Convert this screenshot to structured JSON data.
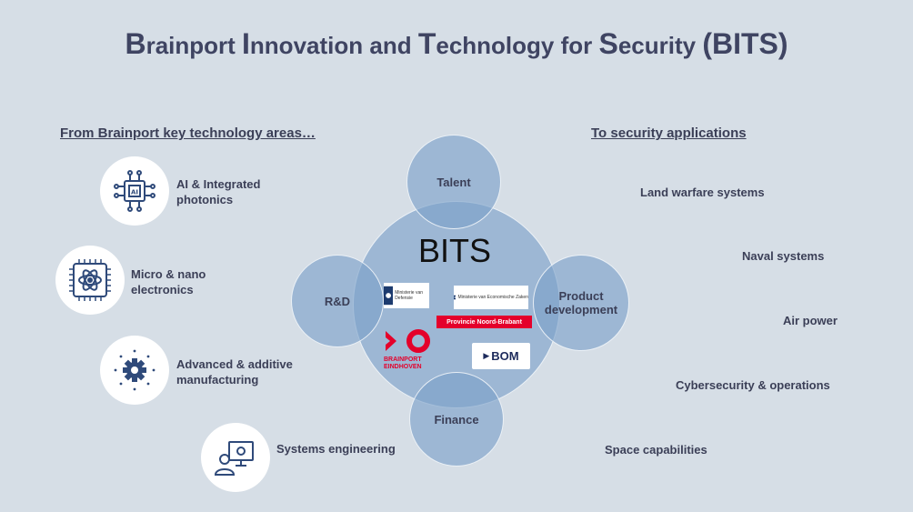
{
  "title": {
    "parts": [
      {
        "initial": "B",
        "rest": "rainport "
      },
      {
        "initial": "I",
        "rest": "nnovation and "
      },
      {
        "initial": "T",
        "rest": "echnology for "
      },
      {
        "initial": "S",
        "rest": "ecurity "
      },
      {
        "initial": "(BITS)",
        "rest": ""
      }
    ]
  },
  "left_heading": "From Brainport key technology areas…",
  "right_heading": "To security applications",
  "technologies": [
    {
      "line1": "AI & Integrated",
      "line2": "photonics",
      "icon": "ai-chip-icon"
    },
    {
      "line1": "Micro & nano",
      "line2": "electronics",
      "icon": "atom-chip-icon"
    },
    {
      "line1": "Advanced & additive",
      "line2": "manufacturing",
      "icon": "gear-icon"
    },
    {
      "line1": "Systems engineering",
      "line2": "",
      "icon": "engineer-monitor-icon"
    }
  ],
  "applications": [
    "Land warfare systems",
    "Naval systems",
    "Air power",
    "Cybersecurity & operations",
    "Space capabilities"
  ],
  "center": {
    "label": "BITS",
    "talent": "Talent",
    "rd": "R&D",
    "product_line1": "Product",
    "product_line2": "development",
    "finance": "Finance"
  },
  "logos": {
    "defensie": "Ministerie van Defensie",
    "ezk": "Ministerie van Economische Zaken",
    "provincie": "Provincie Noord-Brabant",
    "brainport_line1": "BRAINPORT",
    "brainport_line2": "EINDHOVEN",
    "bom": "BOM"
  },
  "colors": {
    "background": "#d6dee6",
    "bubble": "#7aa0c8",
    "icon": "#2f4a7a",
    "text": "#3b3f57",
    "brand_red": "#e4002b"
  }
}
